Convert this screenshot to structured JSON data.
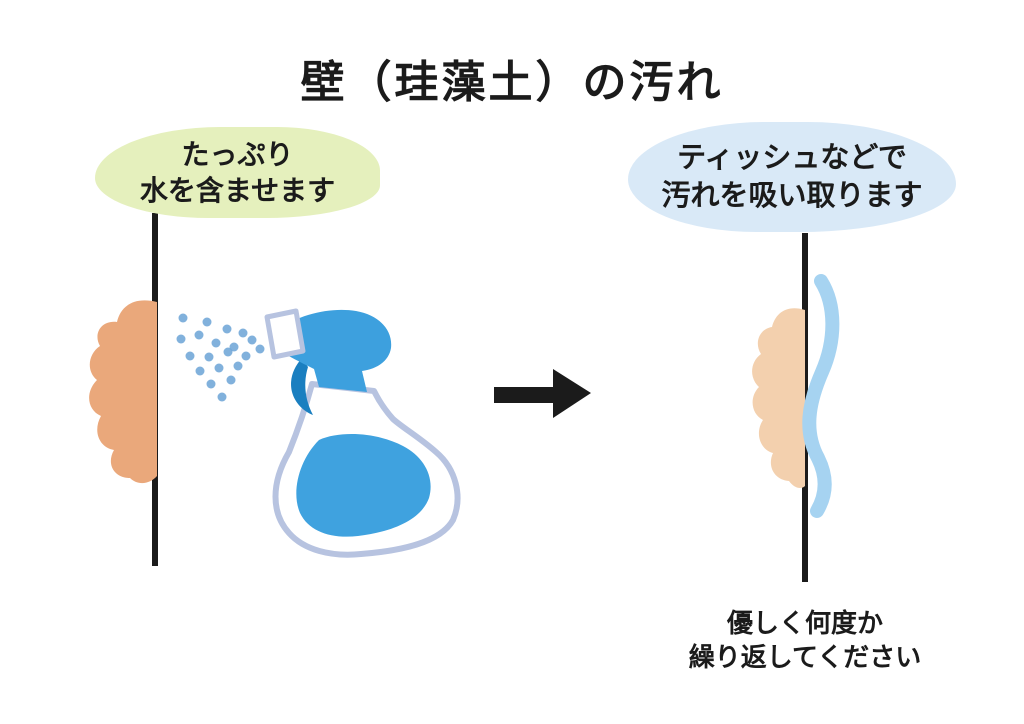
{
  "title": "壁（珪藻土）の汚れ",
  "step1": {
    "bubble_line1": "たっぷり",
    "bubble_line2": "水を含ませます"
  },
  "step2": {
    "bubble_line1": "ティッシュなどで",
    "bubble_line2": "汚れを吸い取ります"
  },
  "caption": {
    "line1": "優しく何度か",
    "line2": "繰り返してください"
  },
  "icons": {
    "spray_bottle": "spray-bottle-icon",
    "arrow": "arrow-right-icon",
    "wall": "wall-line",
    "stain": "stain-blob",
    "tissue": "tissue-wipe",
    "mist": "water-mist"
  },
  "colors": {
    "ink": "#1b1b1b",
    "green_bubble": "#e5f0bd",
    "blue_bubble": "#d9e9f7",
    "stain": "#eaa87b",
    "stain_faded": "#f3d0ae",
    "mist": "#6ba3d6",
    "spray_head": "#3da0de",
    "spray_trigger": "#1a7fc0",
    "spray_liquid": "#3fa2df",
    "bottle_outline": "#b7c3e0",
    "tissue": "#a6d3f1",
    "background": "#ffffff"
  }
}
